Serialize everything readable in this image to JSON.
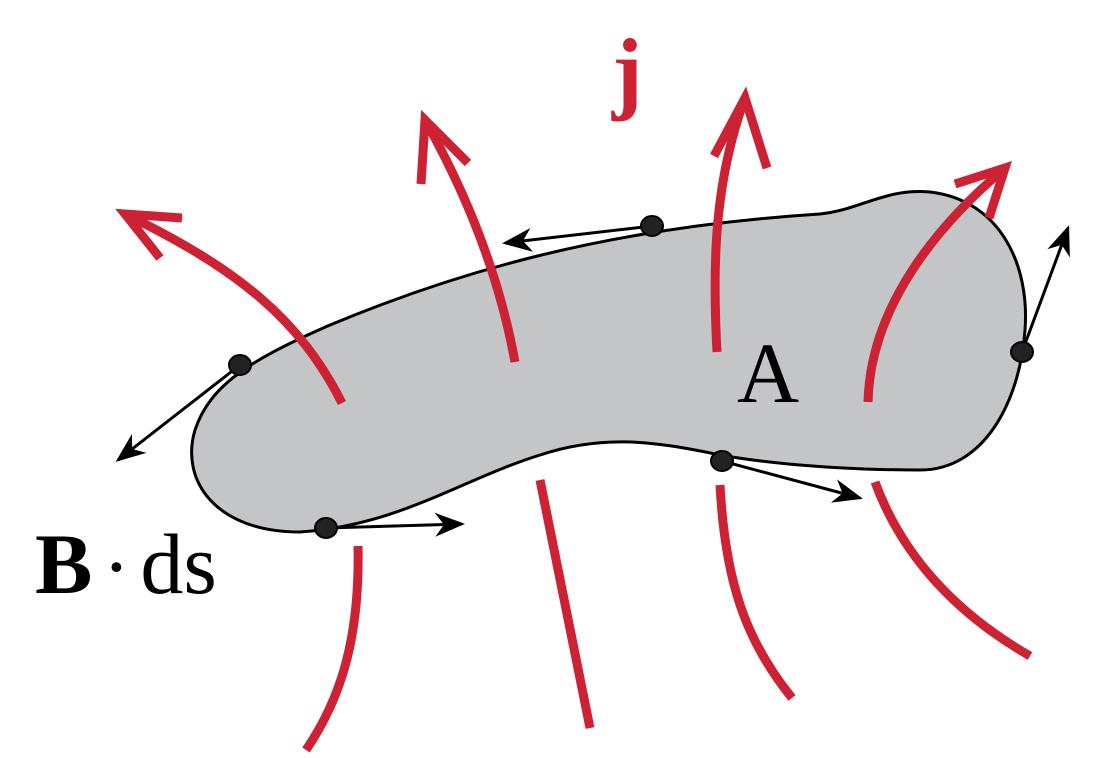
{
  "labels": {
    "current_density": "j",
    "surface": "A",
    "line_element_bold": "B",
    "dot_operator": "·",
    "line_element_rest": "ds"
  },
  "colors": {
    "current_lines": "#cc2233",
    "surface_fill": "#c4c5c7",
    "outline": "#000000"
  }
}
